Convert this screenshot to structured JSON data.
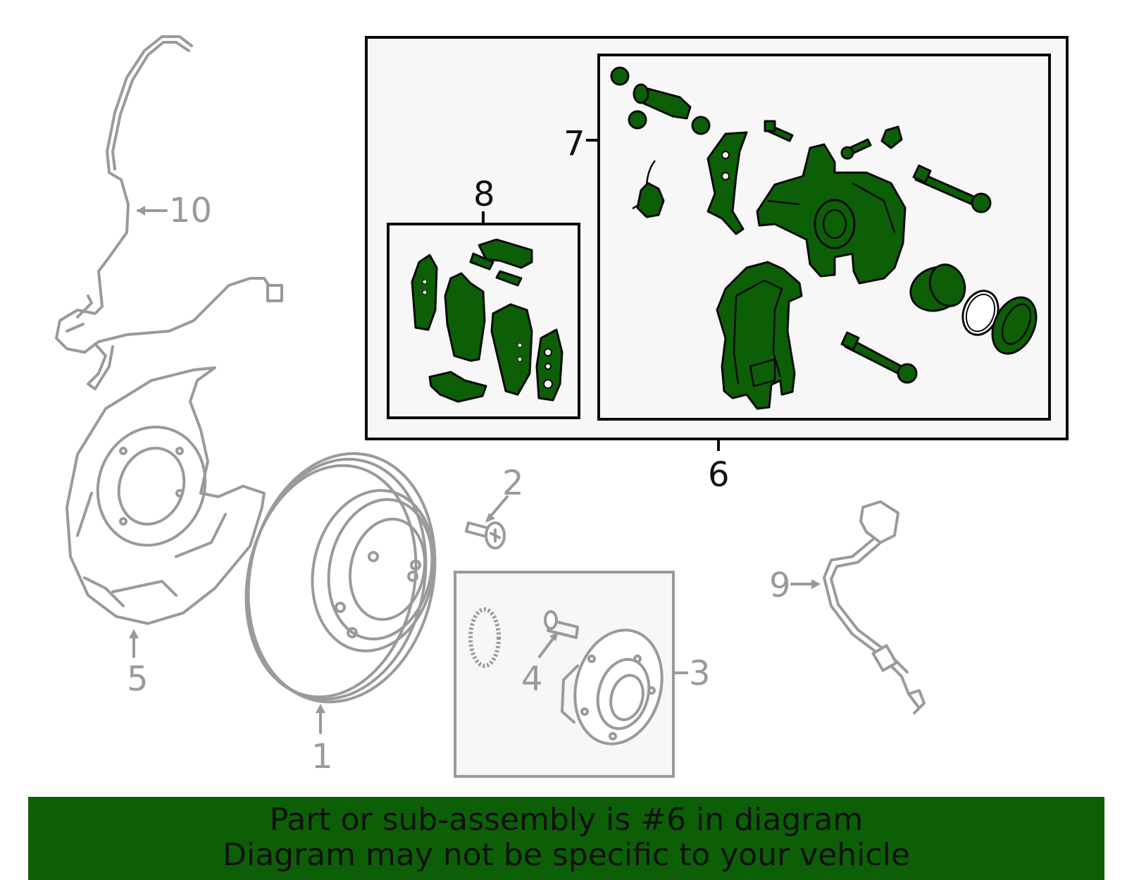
{
  "callouts": {
    "c1": "1",
    "c2": "2",
    "c3": "3",
    "c4": "4",
    "c5": "5",
    "c6": "6",
    "c7": "7",
    "c8": "8",
    "c9": "9",
    "c10": "10"
  },
  "highlight_color": "#0d5f07",
  "banner": {
    "line1": "Part or sub-assembly is #6 in diagram",
    "line2": "Diagram may not be specific to your vehicle"
  }
}
